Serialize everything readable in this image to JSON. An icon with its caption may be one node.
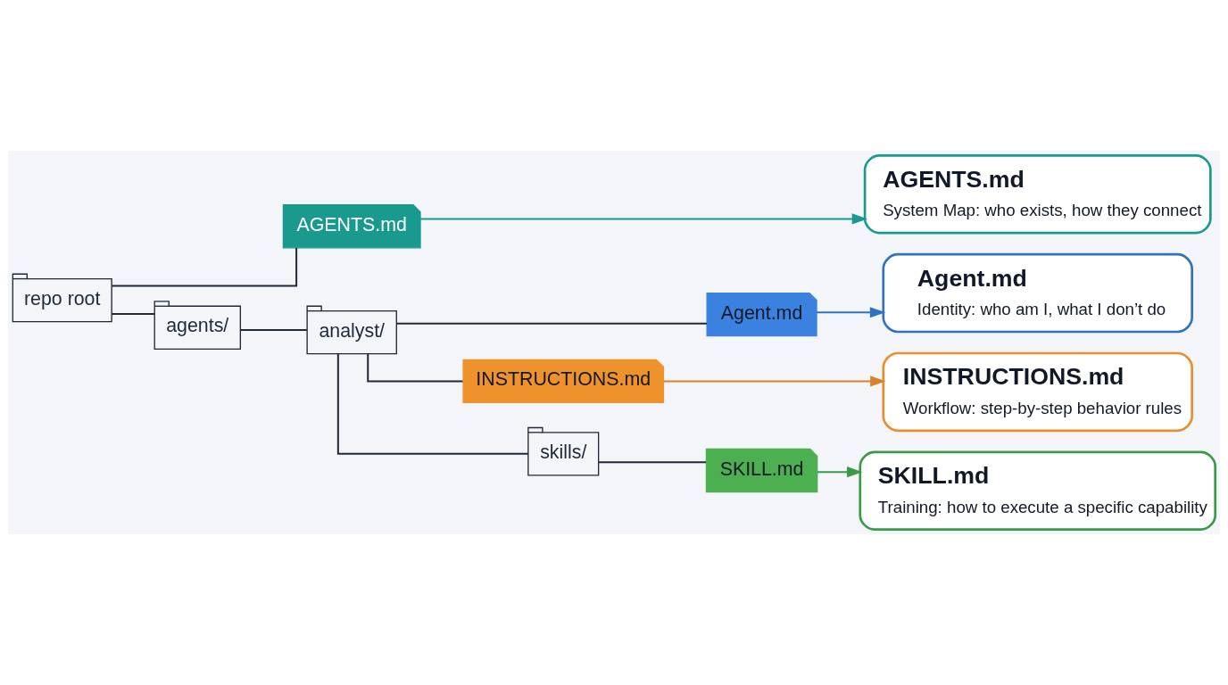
{
  "diagram": {
    "nodes": [
      {
        "text": [
          "repo root"
        ]
      },
      {
        "text": [
          "AGENTS.md"
        ]
      },
      {
        "text": [
          "agents/"
        ]
      },
      {
        "text": [
          "analyst/"
        ]
      },
      {
        "text": [
          "Agent.md"
        ]
      },
      {
        "text": [
          "INSTRUCTIONS.md"
        ]
      },
      {
        "text": [
          "skills/"
        ]
      },
      {
        "text": [
          "SKILL.md"
        ]
      },
      {
        "text": [
          "AGENTS.md",
          "System Map: who exists, how they connect"
        ]
      },
      {
        "text": [
          "Agent.md",
          "Identity: who am I, what I don’t do"
        ]
      },
      {
        "text": [
          "INSTRUCTIONS.md",
          "Workflow: step-by-step behavior rules"
        ]
      },
      {
        "text": [
          "SKILL.md",
          "Training: how to execute a specific capability"
        ]
      }
    ],
    "edges": [
      {
        "from": 0,
        "to": 1,
        "arrow": "none"
      },
      {
        "from": 0,
        "to": 2,
        "arrow": "none"
      },
      {
        "from": 2,
        "to": 3,
        "arrow": "none"
      },
      {
        "from": 3,
        "to": 4,
        "arrow": "none"
      },
      {
        "from": 3,
        "to": 5,
        "arrow": "none"
      },
      {
        "from": 3,
        "to": 6,
        "arrow": "none"
      },
      {
        "from": 6,
        "to": 7,
        "arrow": "none"
      },
      {
        "from": 1,
        "to": 8,
        "arrow": "to",
        "color": "#1a9a8f"
      },
      {
        "from": 4,
        "to": 9,
        "arrow": "to",
        "color": "#2f72c4"
      },
      {
        "from": 5,
        "to": 10,
        "arrow": "to",
        "color": "#d9822b"
      },
      {
        "from": 7,
        "to": 11,
        "arrow": "to",
        "color": "#3a9a4a"
      }
    ]
  }
}
